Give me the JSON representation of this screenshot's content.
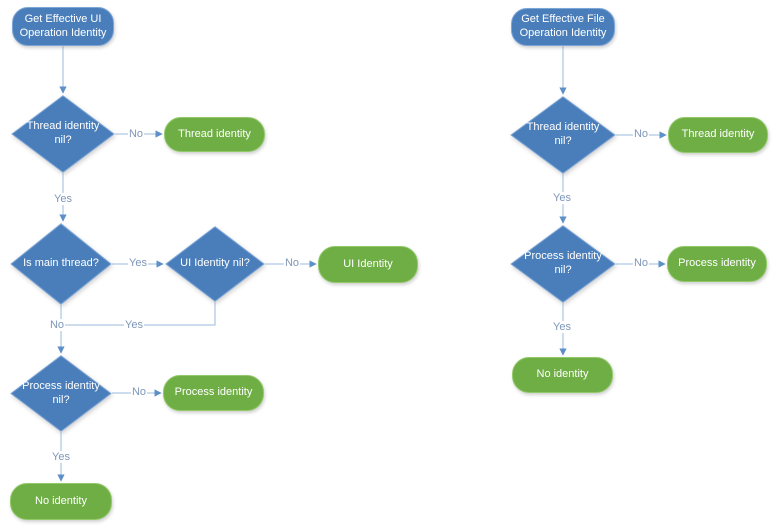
{
  "colors": {
    "node_blue": "#4A7EBA",
    "node_blue_border": "#7CA5D8",
    "node_green": "#6FAE45",
    "node_green_border": "#92C969",
    "line_color": "#9DBBDD",
    "arrow_color": "#5E90C8",
    "label_text": "#7E96B8",
    "node_text": "#FFFFFF"
  },
  "left": {
    "start": "Get Effective UI Operation Identity",
    "thread_nil": "Thread identity nil?",
    "thread_identity": "Thread identity",
    "is_main": "Is main thread?",
    "ui_nil": "UI Identity nil?",
    "ui_identity": "UI Identity",
    "process_nil": "Process identity nil?",
    "process_identity": "Process identity",
    "no_identity": "No identity",
    "labels": {
      "no_thread": "No",
      "yes_thread": "Yes",
      "yes_main": "Yes",
      "no_ui": "No",
      "no_main": "No",
      "yes_ui": "Yes",
      "no_process": "No",
      "yes_process": "Yes"
    }
  },
  "right": {
    "start": "Get Effective File Operation Identity",
    "thread_nil": "Thread identity nil?",
    "thread_identity": "Thread identity",
    "process_nil": "Process identity nil?",
    "process_identity": "Process identity",
    "no_identity": "No identity",
    "labels": {
      "no_thread": "No",
      "yes_thread": "Yes",
      "no_process": "No",
      "yes_process": "Yes"
    }
  }
}
